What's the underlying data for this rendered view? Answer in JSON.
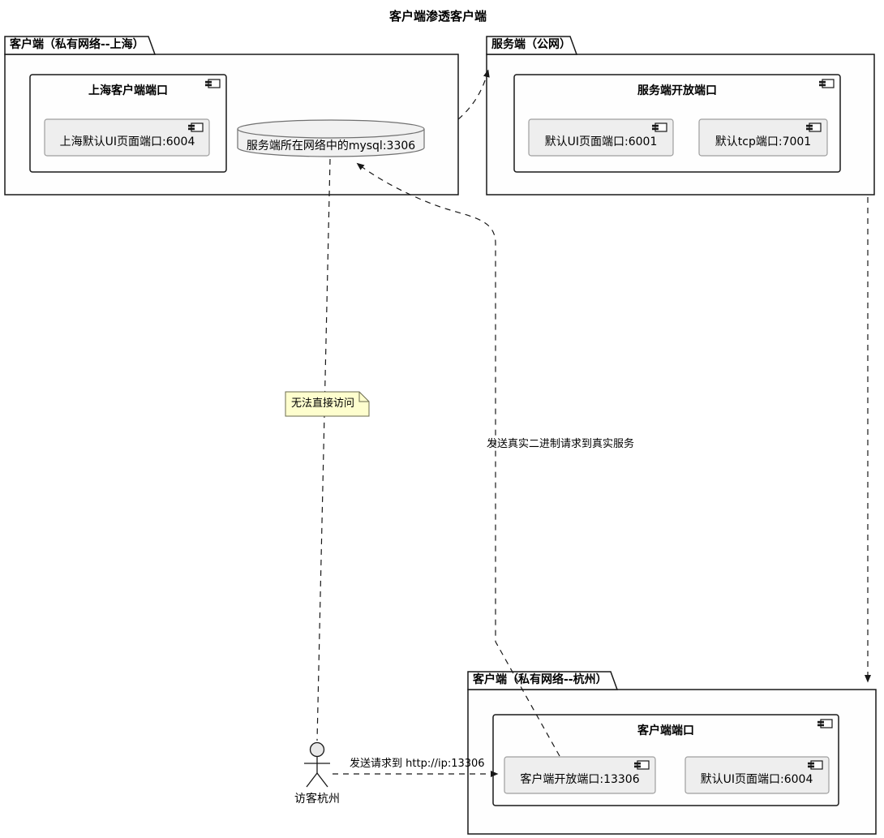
{
  "title": "客户端渗透客户端",
  "colors": {
    "line": "#181818",
    "box_fill": "#FEFEFE",
    "inner_fill": "#EEEEEE",
    "inner_border": "#9E9E9E",
    "note_fill": "#FEFECE",
    "note_border": "#6B6B4F",
    "db_fill": "#F1F1F1",
    "db_border": "#707070",
    "actor_fill": "#E8E8E8"
  },
  "packages": {
    "shanghai": {
      "label": "客户端（私有网络--上海）",
      "component": {
        "title": "上海客户端端口",
        "ports": [
          {
            "label": "上海默认UI页面端口:6004"
          }
        ]
      }
    },
    "server": {
      "label": "服务端（公网）",
      "component": {
        "title": "服务端开放端口",
        "ports": [
          {
            "label": "默认UI页面端口:6001"
          },
          {
            "label": "默认tcp端口:7001"
          }
        ]
      }
    },
    "hangzhou": {
      "label": "客户端（私有网络--杭州）",
      "component": {
        "title": "客户端端口",
        "ports": [
          {
            "label": "客户端开放端口:13306"
          },
          {
            "label": "默认UI页面端口:6004"
          }
        ]
      }
    }
  },
  "database": {
    "label": "服务端所在网络中的mysql:3306"
  },
  "note": {
    "text": "无法直接访问"
  },
  "actor": {
    "label": "访客杭州"
  },
  "edges": {
    "visitor_request": {
      "label": "发送请求到 http://ip:13306"
    },
    "binary_request": {
      "label": "发送真实二进制请求到真实服务"
    }
  }
}
